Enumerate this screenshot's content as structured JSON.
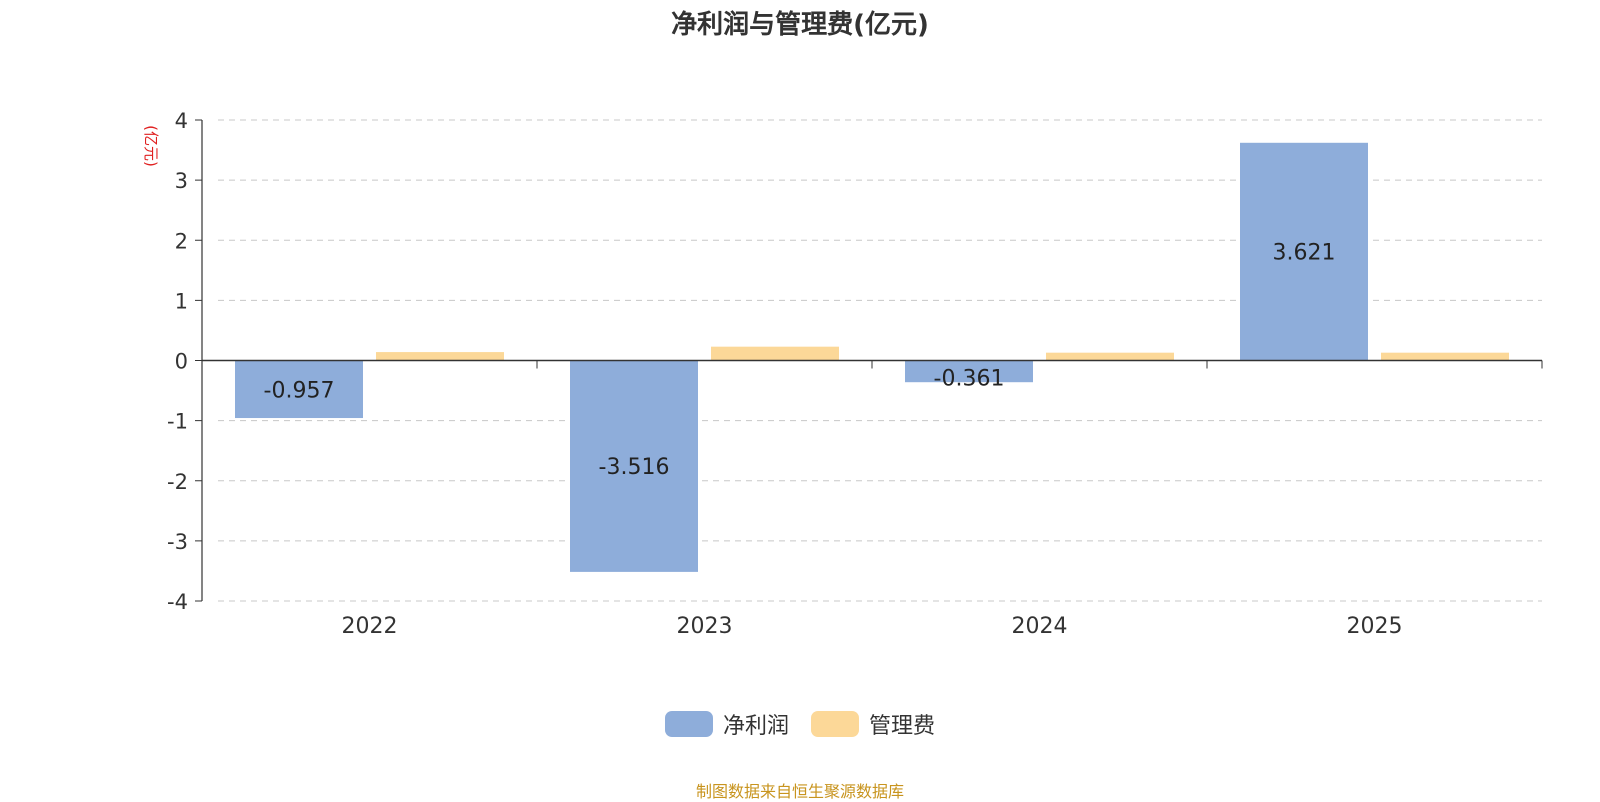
{
  "title": "净利润与管理费(亿元)",
  "source_note": "制图数据来自恒生聚源数据库",
  "colors": {
    "net_profit": "#8eadda",
    "mgmt_fee": "#fcd898",
    "unit": "#e02020"
  },
  "chart_data": {
    "type": "bar",
    "title": "净利润与管理费(亿元)",
    "categories": [
      "2022",
      "2023",
      "2024",
      "2025"
    ],
    "series": [
      {
        "name": "净利润",
        "values": [
          -0.957,
          -3.516,
          -0.361,
          3.621
        ],
        "labels": [
          "-0.957",
          "-3.516",
          "-0.361",
          "3.621"
        ]
      },
      {
        "name": "管理费",
        "values": [
          0.14,
          0.23,
          0.13,
          0.13
        ]
      }
    ],
    "ylabel": "(亿元)",
    "ylim": [
      -4,
      4
    ],
    "yticks": [
      "-4",
      "-3",
      "-2",
      "-1",
      "0",
      "1",
      "2",
      "3",
      "4"
    ],
    "grid": true,
    "legend": "bottom-center"
  }
}
